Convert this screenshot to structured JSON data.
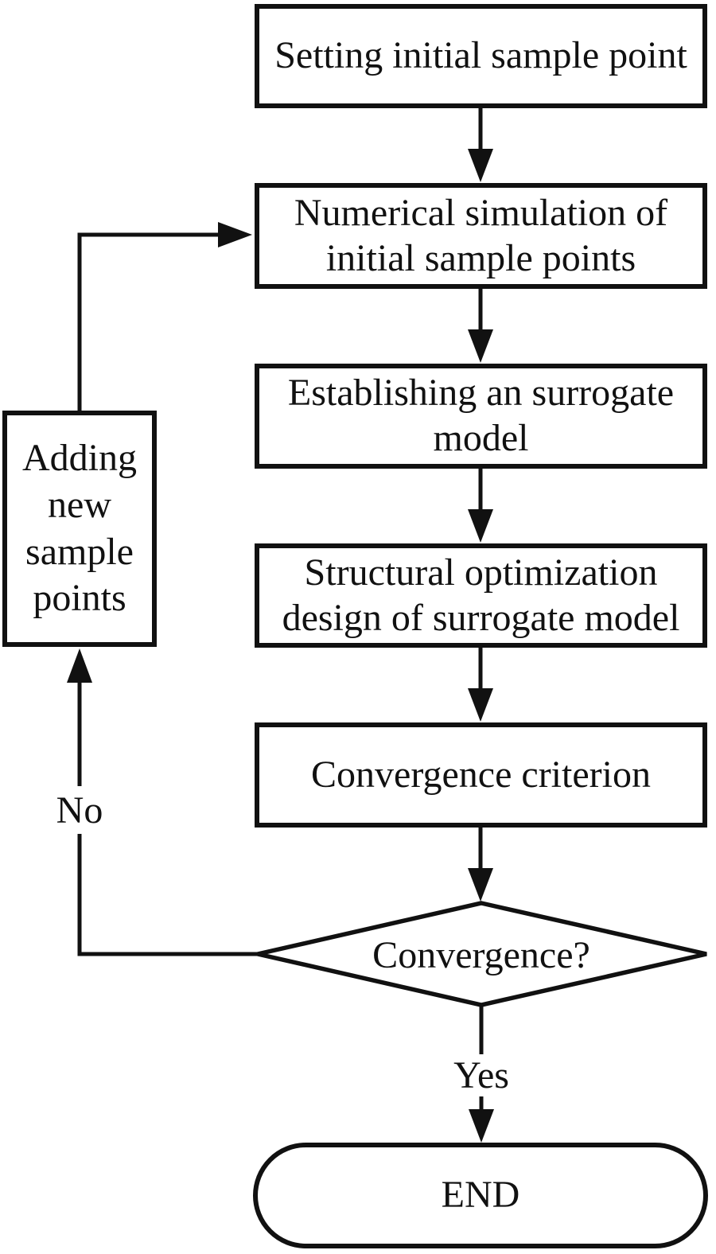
{
  "figure": {
    "type": "flowchart",
    "background": "#ffffff",
    "line_color": "#111111",
    "text_color": "#111111",
    "nodes": {
      "setting": {
        "label": "Setting initial sample point",
        "shape": "rect"
      },
      "simulation": {
        "label": "Numerical simulation of\ninitial sample points",
        "shape": "rect"
      },
      "surrogate": {
        "label": "Establishing an surrogate\nmodel",
        "shape": "rect"
      },
      "optimization": {
        "label": "Structural optimization\ndesign of surrogate model",
        "shape": "rect"
      },
      "criterion": {
        "label": "Convergence criterion",
        "shape": "rect"
      },
      "decision": {
        "label": "Convergence?",
        "shape": "diamond"
      },
      "adding": {
        "label": "Adding\nnew\nsample\npoints",
        "shape": "rect"
      },
      "end": {
        "label": "END",
        "shape": "stadium"
      }
    },
    "edge_labels": {
      "no": "No",
      "yes": "Yes"
    }
  }
}
